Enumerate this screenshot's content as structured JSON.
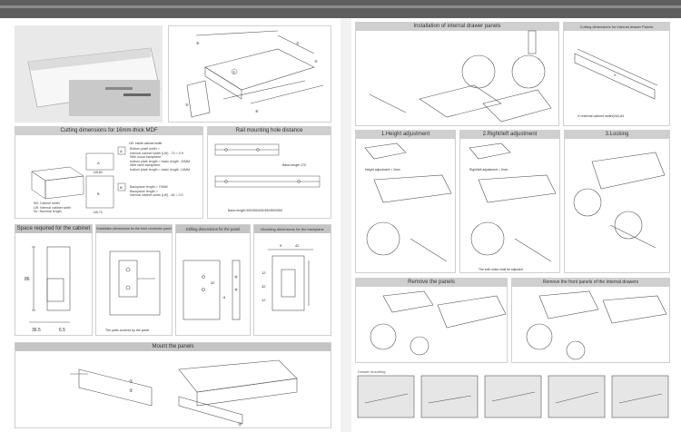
{
  "left": {
    "cutting_title": "Cutting dimensions for 16mm-thick MDF",
    "cutting_notes": {
      "lw": "LW: Inside cabinet width",
      "a_notes": [
        "Bottom plate width =",
        "Internal cabinet width (LW) - 74 = 0.9",
        "With wood backplane:",
        "bottom plate length = basic length -10MM",
        "With steel backplane:",
        "bottom plate length = basic length -14MM"
      ],
      "b_notes": [
        "Backplane length = 70MM",
        "Backplane length =",
        "internal cabinet width (LW) - 84 = 0.9"
      ],
      "legend": [
        "KB: Cabinet width",
        "LW: Internal cabinet width",
        "NL: Nominal length"
      ],
      "lw84": "LW-84",
      "lw73": "LW-73",
      "a": "A",
      "b": "B"
    },
    "rail_title": "Rail mounting hole distance",
    "rail_notes": {
      "basic_length": "Basic length 270",
      "lengths": "Basic length:300/350/400/450/500/550"
    },
    "space_title": "Space required for the cabinet",
    "space_dims": {
      "h": "86",
      "w1": "36.5",
      "w2": "6.5"
    },
    "connector_title": "Installation dimensions for the front connector panel",
    "connector_note": "The parts covered by the panel",
    "drilling_title": "Drilling dimensions for the panel",
    "drilling_dims": {
      "a": "32",
      "b": "8"
    },
    "backplate_title": "Mounting dimensions for the backplane",
    "backplate_dims": {
      "a": "9",
      "b": "42",
      "c": "12",
      "d": "32",
      "e": "12"
    },
    "mount_title": "Mount the panels",
    "mount_steps": [
      "①",
      "②"
    ]
  },
  "right": {
    "internal_title": "Installation of internal drawer panels",
    "cutting_internal_title": "Cutting dimensions for internal drawer Panels",
    "cutting_internal_note": "X=Internal cabinet width(LW)-84",
    "x_label": "X",
    "height_title": "1.Height adjustment",
    "height_note": "Height adjustment = 2mm",
    "lr_title": "2.Right/left adjustment",
    "lr_note": "Right/left adjustment = 2mm",
    "lr_footer": "The both sides shall be adjusted",
    "lock_title": "3.Locking",
    "remove_title": "Remove the panels",
    "remove_front_title": "Remove the front panels of the internal drawers",
    "drawer_mounting": "Drawer mounting"
  },
  "parts": [
    "①",
    "②",
    "③",
    "④",
    "⑤",
    "⑥"
  ],
  "colors": {
    "header": "#cfcfcf",
    "topbar": "#5e5e5e",
    "line": "#666666",
    "accent": "#e0e0e0"
  }
}
